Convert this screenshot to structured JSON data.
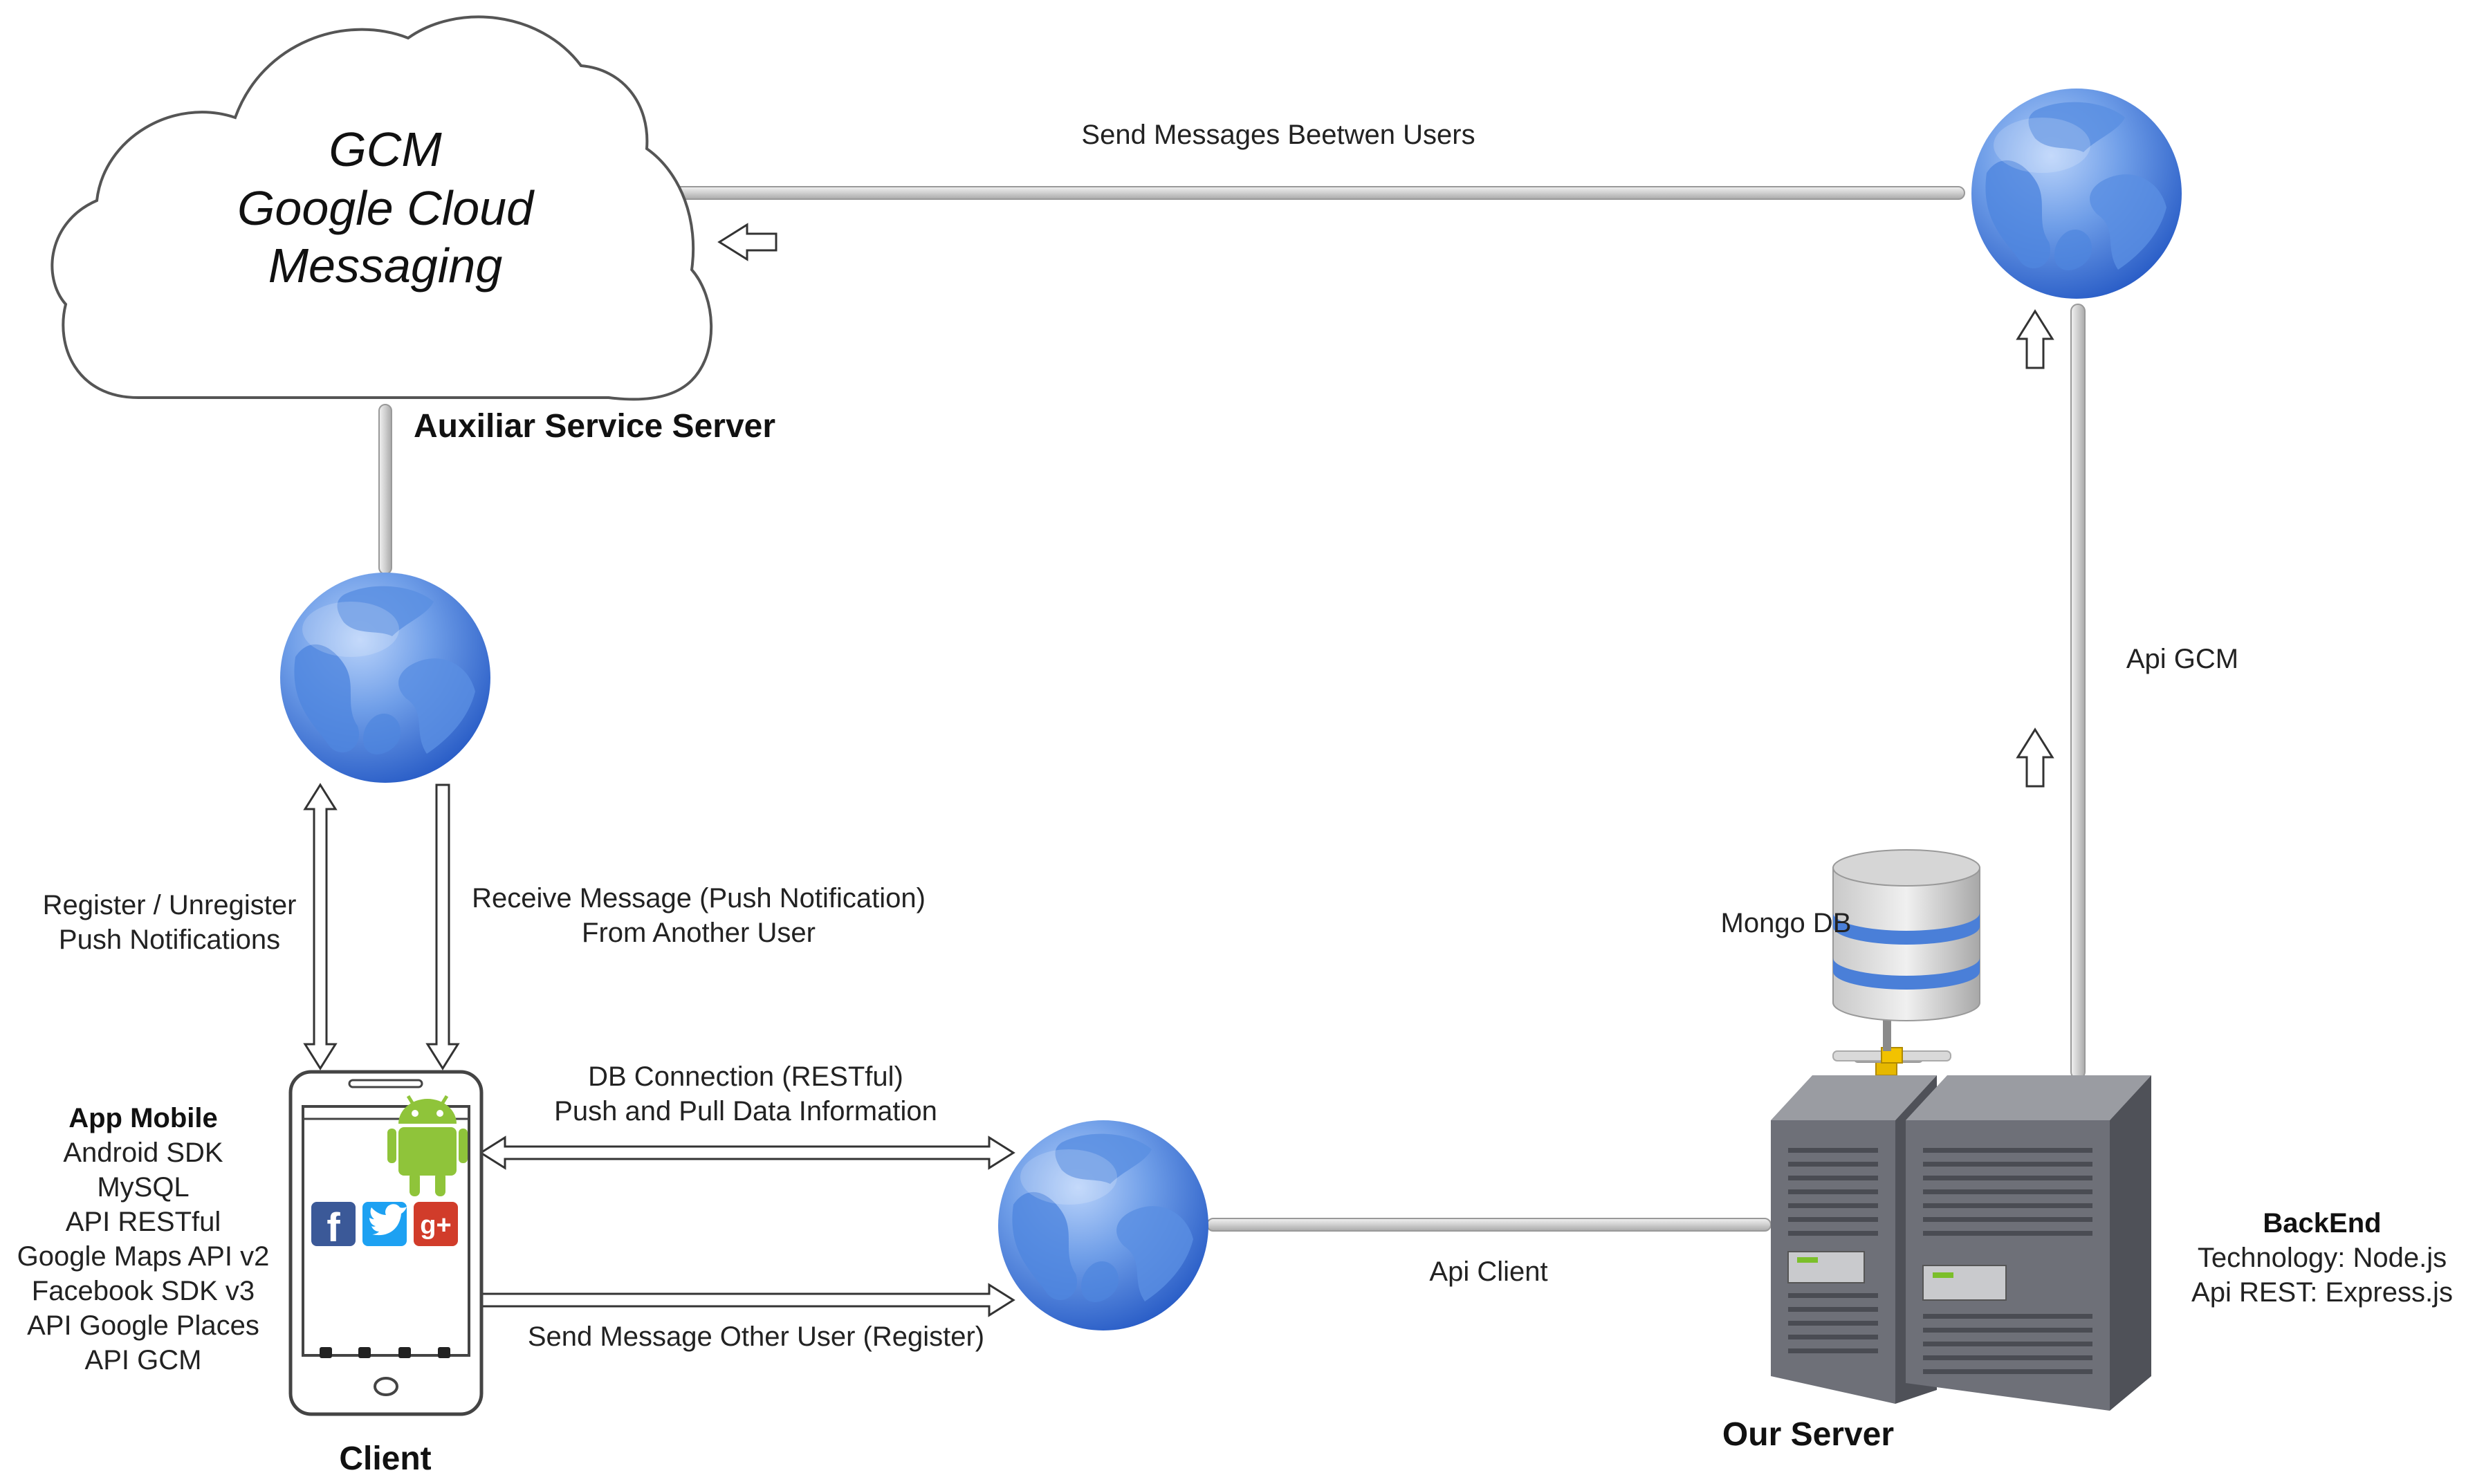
{
  "cloud": {
    "lines": [
      "GCM",
      "Google Cloud",
      "Messaging"
    ]
  },
  "labels": {
    "auxiliar_server": "Auxiliar Service Server",
    "send_between_users": "Send Messages Beetwen Users",
    "register_unregister": [
      "Register / Unregister",
      "Push Notifications"
    ],
    "receive_message": [
      "Receive Message (Push Notification)",
      "From Another User"
    ],
    "db_connection": [
      "DB Connection (RESTful)",
      "Push and Pull Data Information"
    ],
    "send_message_other_user": "Send Message Other User (Register)",
    "api_client": "Api Client",
    "api_gcm": "Api GCM",
    "mongo_db": "Mongo DB",
    "client": "Client",
    "our_server": "Our Server"
  },
  "app_mobile": {
    "title": "App Mobile",
    "items": [
      "Android SDK",
      "MySQL",
      "API RESTful",
      "Google Maps API v2",
      "Facebook SDK v3",
      "API Google Places",
      "API GCM"
    ]
  },
  "backend": {
    "title": "BackEnd",
    "items": [
      "Technology: Node.js",
      "Api REST: Express.js"
    ]
  },
  "social_icons": {
    "facebook": "f",
    "google_plus": "g+"
  },
  "colors": {
    "globe_light": "#8fb7f2",
    "globe_dark": "#2f6fd6",
    "land": "#5b8de0",
    "pipe": "#d9d9d9",
    "server": "#6e7078",
    "db_band": "#4a7fd8",
    "android": "#8fc43a",
    "facebook": "#3b5998",
    "twitter": "#1da1f2",
    "google_plus": "#d13c2a"
  }
}
